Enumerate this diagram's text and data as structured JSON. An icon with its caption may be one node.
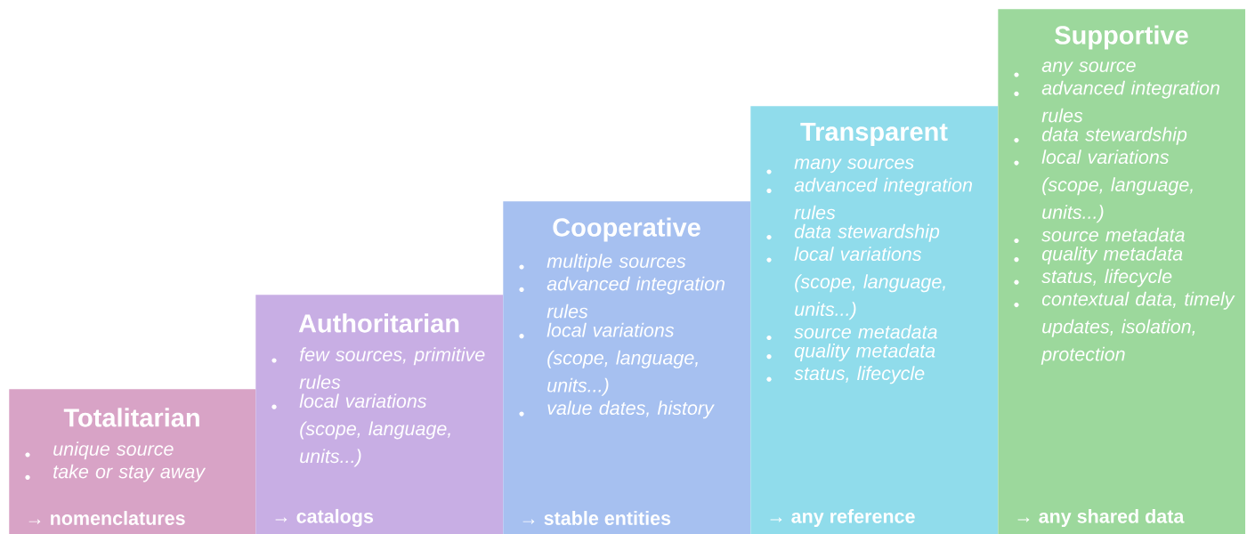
{
  "diagram": {
    "nodes": [
      {
        "text": [
          "Totalitarian",
          "unique source",
          "take or stay away",
          "→ nomenclatures"
        ]
      },
      {
        "text": [
          "Authoritarian",
          "few sources, primitive rules",
          "local variations (scope, language, units...)",
          "→ catalogs"
        ]
      },
      {
        "text": [
          "Cooperative",
          "multiple sources",
          "advanced integration rules",
          "local variations (scope, language, units...)",
          "value dates, history",
          "→ stable entities"
        ]
      },
      {
        "text": [
          "Transparent",
          "many sources",
          "advanced integration rules",
          "data stewardship",
          "local variations (scope, language, units...)",
          "source metadata",
          "quality metadata",
          "status, lifecycle",
          "→ any reference"
        ]
      },
      {
        "text": [
          "Supportive",
          "any source",
          "advanced integration rules",
          "data stewardship",
          "local variations (scope, language, units...)",
          "source metadata",
          "quality metadata",
          "status, lifecycle",
          "contextual  data, timely updates, isolation, protection",
          "→ any shared data"
        ]
      }
    ]
  }
}
